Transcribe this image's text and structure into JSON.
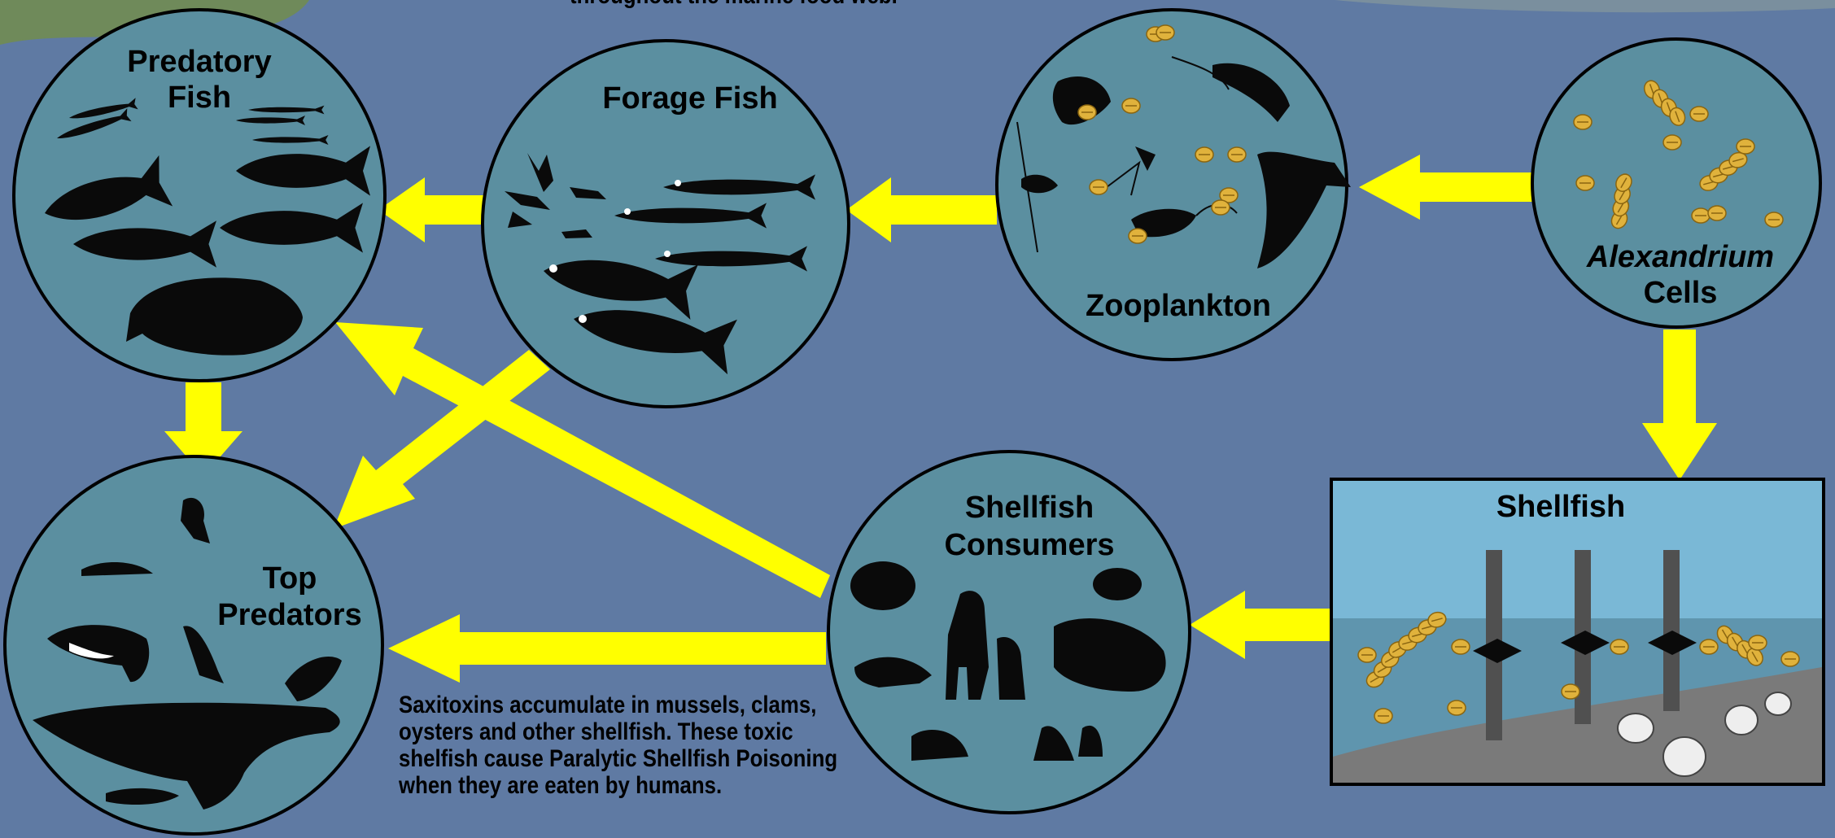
{
  "top_note": "throughout the marine food web.",
  "nodes": {
    "alexandrium": {
      "line1": "Alexandrium",
      "line2": "Cells"
    },
    "zooplankton": {
      "label": "Zooplankton"
    },
    "forage_fish": {
      "label": "Forage Fish"
    },
    "predatory_fish": {
      "line1": "Predatory",
      "line2": "Fish"
    },
    "top_predators": {
      "line1": "Top",
      "line2": "Predators"
    },
    "shellfish_consumers": {
      "line1": "Shellfish",
      "line2": "Consumers"
    },
    "shellfish": {
      "label": "Shellfish"
    }
  },
  "caption_lines": [
    "Saxitoxins accumulate in mussels, clams,",
    "oysters and other shellfish.  These toxic",
    "shelfish cause Paralytic Shellfish Poisoning",
    "when they are eaten by humans."
  ],
  "colors": {
    "background": "#5f7aa3",
    "circle_fill": "#5b8fa0",
    "arrow": "#ffff00",
    "cell": "#e0b23c",
    "silhouette": "#0a0a0a",
    "water": "#7ab8d6",
    "sea_floor": "#7a7a7a"
  },
  "edges": [
    [
      "alexandrium",
      "zooplankton"
    ],
    [
      "zooplankton",
      "forage_fish"
    ],
    [
      "forage_fish",
      "predatory_fish"
    ],
    [
      "predatory_fish",
      "top_predators"
    ],
    [
      "forage_fish",
      "top_predators"
    ],
    [
      "alexandrium",
      "shellfish"
    ],
    [
      "shellfish",
      "shellfish_consumers"
    ],
    [
      "shellfish_consumers",
      "top_predators"
    ],
    [
      "shellfish_consumers",
      "predatory_fish"
    ]
  ]
}
